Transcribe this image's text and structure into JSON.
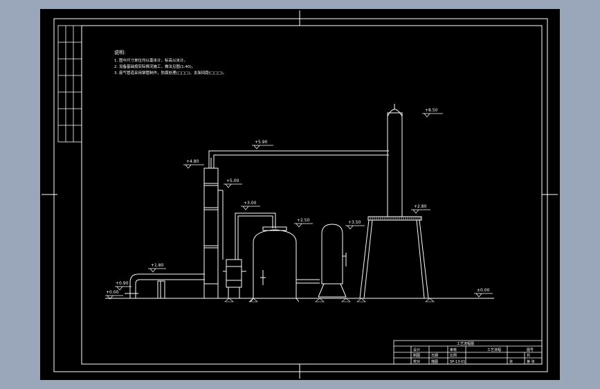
{
  "colors": {
    "background": "#9aa6b9",
    "sheet": "#000000",
    "lines": "#ffffff"
  },
  "notes": {
    "heading": "说明:",
    "line1": "1. 图中尺寸单位均以毫米计，标高以米计。",
    "line2": "2. 设备基础按实际情况施工，做法见图(1:40)。",
    "line3": "3. 废气管道采用钢管制作，防腐处理(□□□)，支架间距(□□□)。"
  },
  "elevations": {
    "top_stack": "+8.50",
    "duct": "+5.90",
    "scrubber_top": "+4.80",
    "scrubber_mid": "+5.00",
    "pipe_top": "+3.00",
    "tank": "+2.50",
    "vessel": "+3.50",
    "platform": "+2.80",
    "inlet_high": "+1.80",
    "inlet_low": "+0.90",
    "inlet_base": "+0.00",
    "ground": "±0.00"
  },
  "title_block": {
    "header": "工艺流程图",
    "row1": [
      "",
      "设计",
      "",
      "审核",
      "",
      "工艺流程",
      "",
      "图号"
    ],
    "row2": [
      "",
      "制图",
      "日期",
      "比例",
      "",
      "",
      "",
      "共"
    ],
    "row3": [
      "",
      "校对",
      "描图",
      "SP-13-01",
      "",
      "",
      "张",
      "第 张"
    ]
  }
}
